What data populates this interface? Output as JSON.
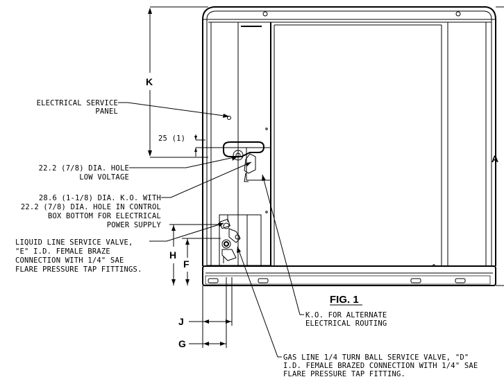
{
  "callouts": {
    "electrical_service_panel": [
      "ELECTRICAL SERVICE",
      "PANEL"
    ],
    "low_voltage_hole": [
      "22.2 (7/8) DIA. HOLE",
      "LOW VOLTAGE"
    ],
    "power_supply_ko": [
      "28.6 (1-1/8) DIA. K.O. WITH",
      "22.2 (7/8) DIA. HOLE IN CONTROL",
      "BOX BOTTOM FOR ELECTRICAL",
      "POWER SUPPLY"
    ],
    "liquid_line_valve": [
      "LIQUID LINE SERVICE VALVE,",
      "\"E\" I.D. FEMALE BRAZE",
      "CONNECTION WITH 1/4\" SAE",
      "FLARE PRESSURE TAP FITTINGS."
    ],
    "alternate_routing_ko": [
      "K.O. FOR ALTERNATE",
      "ELECTRICAL ROUTING"
    ],
    "gas_line_valve": [
      "GAS LINE 1/4 TURN BALL SERVICE VALVE, \"D\"",
      "I.D. FEMALE BRAZED CONNECTION WITH 1/4\" SAE",
      "FLARE PRESSURE TAP FITTING."
    ]
  },
  "dimensions": {
    "k": "K",
    "a": "A",
    "h": "H",
    "f": "F",
    "j": "J",
    "g": "G",
    "gap_25": "25 (1)"
  },
  "figure_label": "FIG. 1"
}
